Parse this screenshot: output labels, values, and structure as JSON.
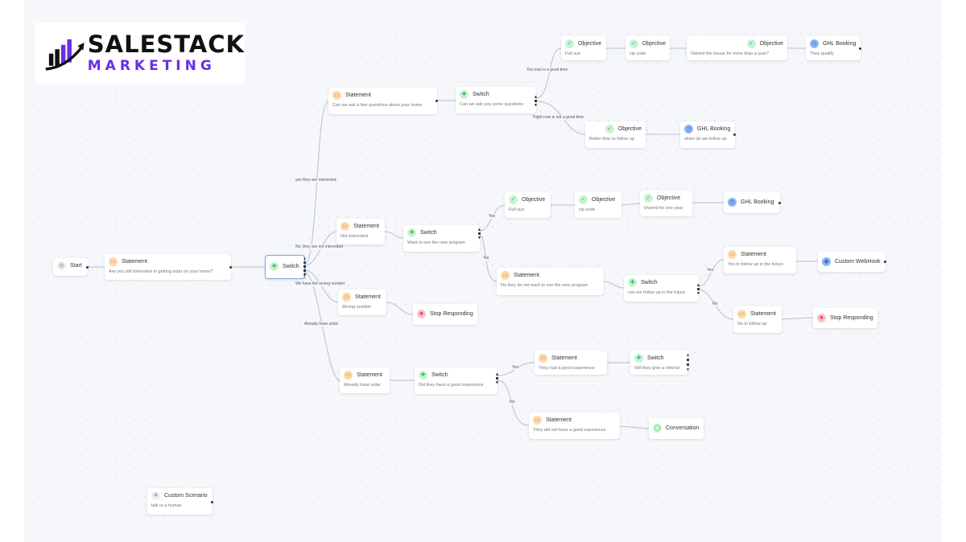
{
  "logo": {
    "line1": "SALESTACK",
    "line2": "MARKETING"
  },
  "nodes": {
    "start": {
      "title": "Start"
    },
    "n1": {
      "title": "Statement",
      "text": "Are you still interested in getting solar on your home?"
    },
    "sw_main": {
      "title": "Switch"
    },
    "st_home": {
      "title": "Statement",
      "text": "Can we ask a few questions about your home"
    },
    "sw_q": {
      "title": "Switch",
      "text": "Can we ask you some questions"
    },
    "ob1": {
      "title": "Objective",
      "text": "Full sun"
    },
    "ob2": {
      "title": "Objective",
      "text": "zip code"
    },
    "ob3": {
      "title": "Objective",
      "text": "Owned the house for more than a year?"
    },
    "ghl1": {
      "title": "GHL Booking",
      "text": "They qualify"
    },
    "ob4": {
      "title": "Objective",
      "text": "Better time to follow up"
    },
    "ghl2": {
      "title": "GHL Booking",
      "text": "when do we follow up"
    },
    "st_not": {
      "title": "Statement",
      "text": "Not interested"
    },
    "sw_prog": {
      "title": "Switch",
      "text": "Want to see the new program"
    },
    "ob5": {
      "title": "Objective",
      "text": "Full sun"
    },
    "ob6": {
      "title": "Objective",
      "text": "zip code"
    },
    "ob7": {
      "title": "Objective",
      "text": "Owned for one year"
    },
    "ghl3": {
      "title": "GHL Booking"
    },
    "st_noprog": {
      "title": "Statement",
      "text": "No they do not want to see the new program"
    },
    "sw_follow": {
      "title": "Switch",
      "text": "can we follow up in the future"
    },
    "st_yesf": {
      "title": "Statement",
      "text": "Yes to follow up in the future"
    },
    "webhook": {
      "title": "Custom WebHook"
    },
    "st_nof": {
      "title": "Statement",
      "text": "No to follow up"
    },
    "stop2": {
      "title": "Stop Responding"
    },
    "st_wrong": {
      "title": "Statement",
      "text": "Wrong number"
    },
    "stop1": {
      "title": "Stop Responding"
    },
    "st_already": {
      "title": "Statement",
      "text": "Already have solar"
    },
    "sw_exp": {
      "title": "Switch",
      "text": "Did they have a good experience"
    },
    "st_good": {
      "title": "Statement",
      "text": "They had a good experience"
    },
    "sw_ref": {
      "title": "Switch",
      "text": "Will they give a referral"
    },
    "st_bad": {
      "title": "Statement",
      "text": "They did not have a good experience"
    },
    "conv": {
      "title": "Conversation"
    },
    "custom": {
      "title": "Custom Scenario",
      "text": "talk to a human"
    }
  },
  "edge_labels": [
    "Yes now is a good time",
    "Right now is not a good time",
    "yes they are interested",
    "No, they are not interested",
    "We have the wrong number",
    "Already have solar",
    "Yes",
    "No",
    "Yes",
    "No",
    "Yes",
    "No"
  ]
}
